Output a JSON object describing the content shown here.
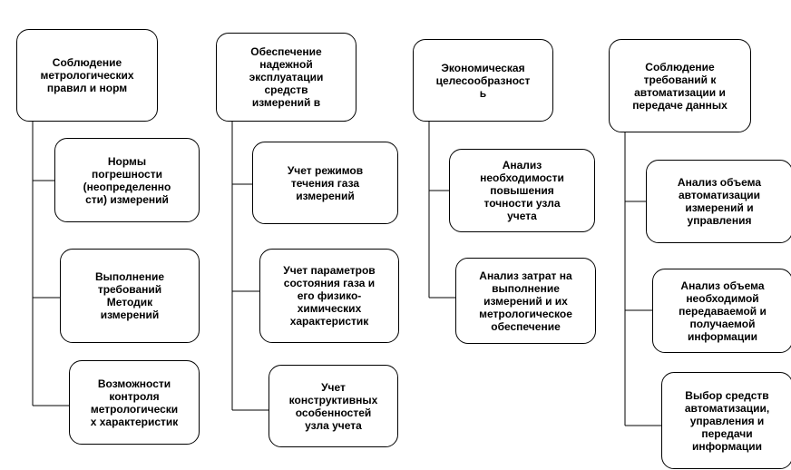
{
  "columns": [
    {
      "header": "Соблюдение\nметрологических\nправил и норм",
      "items": [
        "Нормы\nпогрешности\n(неопределенно\nсти) измерений",
        "Выполнение\nтребований\nМетодик\nизмерений",
        "Возможности\nконтроля\nметрологически\nх характеристик"
      ]
    },
    {
      "header": "Обеспечение\nнадежной\nэксплуатации\nсредств\nизмерений в",
      "items": [
        "Учет режимов\nтечения газа\nизмерений",
        "Учет параметров\nсостояния газа и\nего физико-\nхимических\nхарактеристик",
        "Учет\nконструктивных\nособенностей\nузла учета"
      ]
    },
    {
      "header": "Экономическая\nцелесообразност\nь",
      "items": [
        "Анализ\nнеобходимости\nповышения\nточности узла\nучета",
        "Анализ затрат на\nвыполнение\nизмерений и их\nметрологическое\nобеспечение"
      ]
    },
    {
      "header": "Соблюдение\nтребований к\nавтоматизации и\nпередаче данных",
      "items": [
        "Анализ объема\nавтоматизации\nизмерений и\nуправления",
        "Анализ объема\nнеобходимой\nпередаваемой и\nполучаемой\nинформации",
        "Выбор средств\nавтоматизации,\nуправления и\nпередачи\nинформации"
      ]
    }
  ]
}
